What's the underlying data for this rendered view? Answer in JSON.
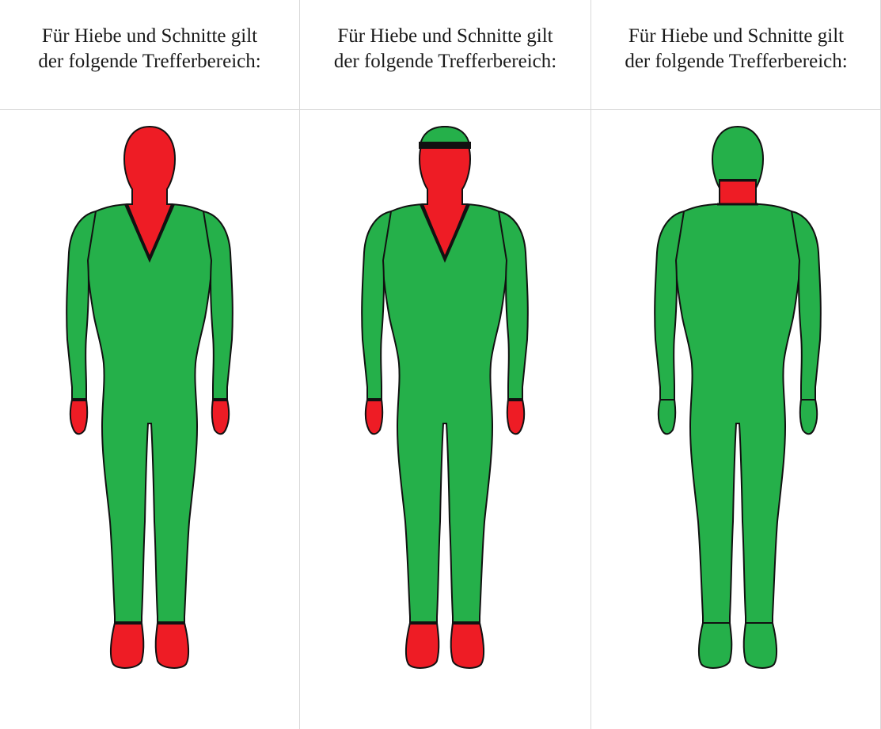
{
  "columns": [
    {
      "header_line1": "Für Hiebe und Schnitte gilt",
      "header_line2": "der folgende Trefferbereich:",
      "figure": "front-view-v-neck-red-head-hands-feet"
    },
    {
      "header_line1": "Für Hiebe und Schnitte gilt",
      "header_line2": "der folgende Trefferbereich:",
      "figure": "front-view-v-neck-red-with-green-forehead-band"
    },
    {
      "header_line1": "Für Hiebe und Schnitte gilt",
      "header_line2": "der folgende Trefferbereich:",
      "figure": "back-view-red-neck-only"
    }
  ],
  "colors": {
    "target": "#25b04a",
    "non_target": "#ee1c25",
    "outline": "#111111",
    "grid": "#d9d9d9"
  }
}
